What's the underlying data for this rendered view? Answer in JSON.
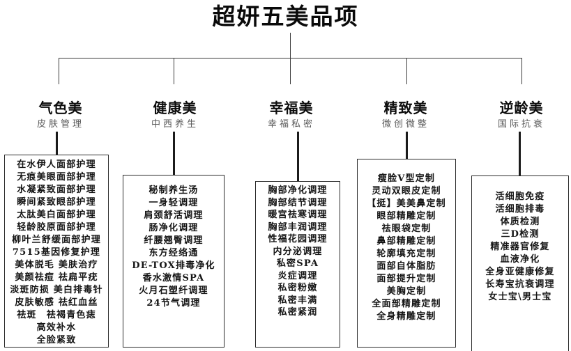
{
  "title": "超妍五美品项",
  "colors": {
    "ink": "#111111",
    "subtitle_gray": "#5a5a5a",
    "line": "#3c3c3c"
  },
  "columns": [
    {
      "name": "气色美",
      "subtitle": "皮肤管理",
      "items": [
        "在水伊人面部护理",
        "无痕美眼面部护理",
        "水凝紧致面部护理",
        "瞬间紧致眼部护理",
        "太肽美白面部护理",
        "轻龄胶原面部护理",
        "柳叶兰舒缓面部护理",
        "7515基因修复护理",
        "美体脱毛 美肤治疗",
        "美颜祛痘 祛扁平疣",
        "淡斑防损 美白排毒针",
        "皮肤敏感 祛红血丝",
        "祛斑　祛褐青色痣",
        "高效补水",
        "全脸紧致"
      ]
    },
    {
      "name": "健康美",
      "subtitle": "中西养生",
      "items": [
        "秘制养生汤",
        "一身轻调理",
        "肩颈舒活调理",
        "肠净化调理",
        "纤腰翘臀调理",
        "东方经络通",
        "DE-TOX排毒净化",
        "香水激情SPA",
        "火月石塑纤调理",
        "24节气调理"
      ]
    },
    {
      "name": "幸福美",
      "subtitle": "幸福私密",
      "items": [
        "胸部净化调理",
        "胸部结节调理",
        "暖宫祛寒调理",
        "胸部丰润调理",
        "性福花园调理",
        "内分泌调理",
        "私密SPA",
        "炎症调理",
        "私密粉嫩",
        "私密丰满",
        "私密紧润"
      ]
    },
    {
      "name": "精致美",
      "subtitle": "微创微整",
      "items": [
        "瘦脸V型定制",
        "灵动双眼皮定制",
        "【挺】美美鼻定制",
        "眼部精雕定制",
        "祛眼袋定制",
        "鼻部精雕定制",
        "轮廓填充定制",
        "面部自体脂肪",
        "面部提升定制",
        "美胸定制",
        "全面部精雕定制",
        "全身精雕定制"
      ]
    },
    {
      "name": "逆龄美",
      "subtitle": "国际抗衰",
      "items": [
        "活细胞免疫",
        "活细胞排毒",
        "体质检测",
        "三D检测",
        "精准器官修复",
        "血液净化",
        "全身亚健康修复",
        "长寿宝抗衰调理",
        "女士宝\\男士宝"
      ]
    }
  ]
}
